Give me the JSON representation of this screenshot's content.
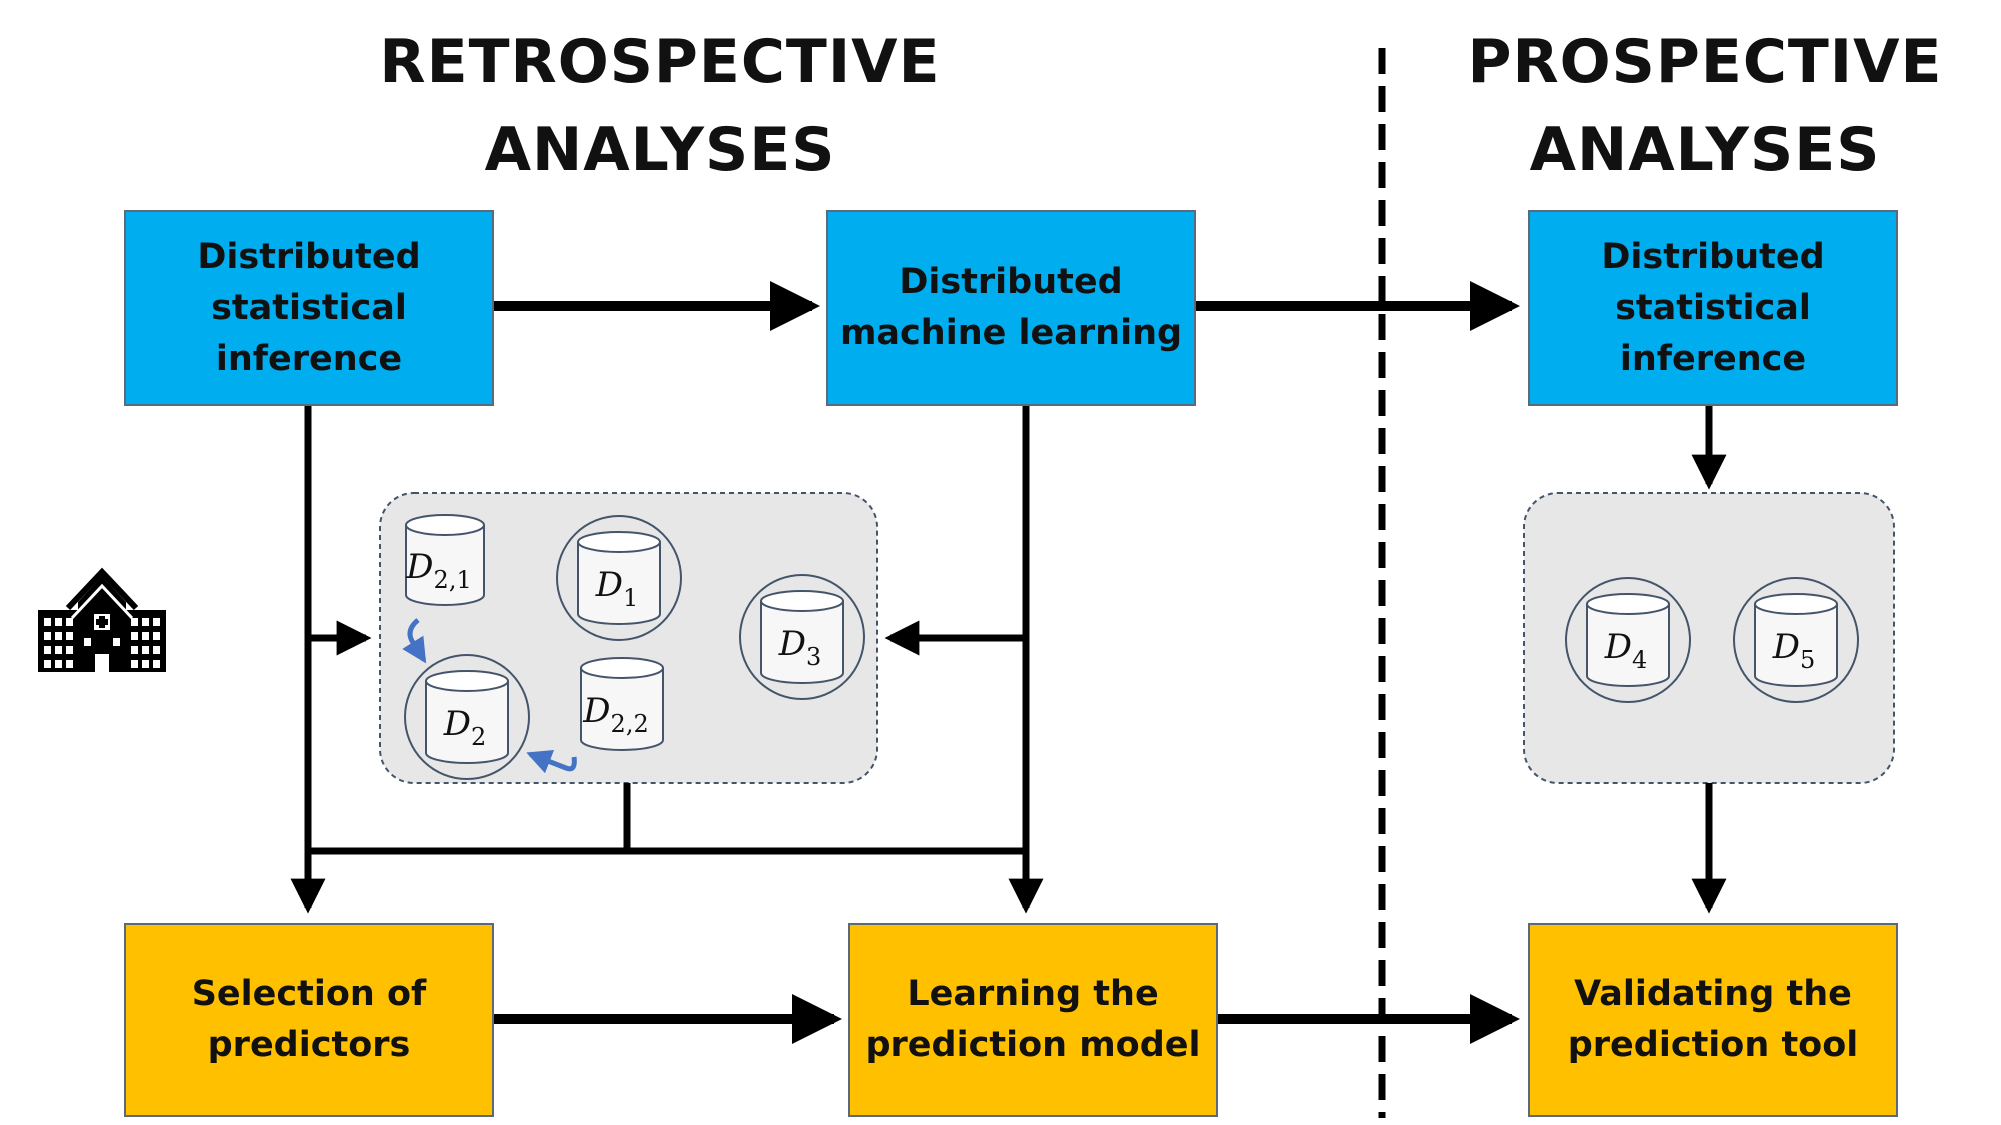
{
  "headings": {
    "retrospective_line1": "RETROSPECTIVE",
    "retrospective_line2": "ANALYSES",
    "prospective_line1": "PROSPECTIVE",
    "prospective_line2": "ANALYSES"
  },
  "boxes": {
    "retro_inference": {
      "line1": "Distributed",
      "line2": "statistical inference"
    },
    "retro_ml": {
      "line1": "Distributed",
      "line2": "machine learning"
    },
    "pro_inference": {
      "line1": "Distributed",
      "line2": "statistical inference"
    },
    "selection": {
      "line1": "Selection of",
      "line2": "predictors"
    },
    "learning": {
      "line1": "Learning the",
      "line2": "prediction model"
    },
    "validating": {
      "line1": "Validating the",
      "line2": "prediction tool"
    }
  },
  "datasets": {
    "d21": {
      "base": "D",
      "sub": "2,1"
    },
    "d1": {
      "base": "D",
      "sub": "1"
    },
    "d3": {
      "base": "D",
      "sub": "3"
    },
    "d2": {
      "base": "D",
      "sub": "2"
    },
    "d22": {
      "base": "D",
      "sub": "2,2"
    },
    "d4": {
      "base": "D",
      "sub": "4"
    },
    "d5": {
      "base": "D",
      "sub": "5"
    }
  },
  "colors": {
    "blue_box": "#00aeef",
    "gold_box": "#ffc000",
    "panel": "#e7e7e7",
    "small_arrow": "#4472c4",
    "line": "#000000"
  },
  "icons": {
    "hospital": "hospital-icon"
  }
}
